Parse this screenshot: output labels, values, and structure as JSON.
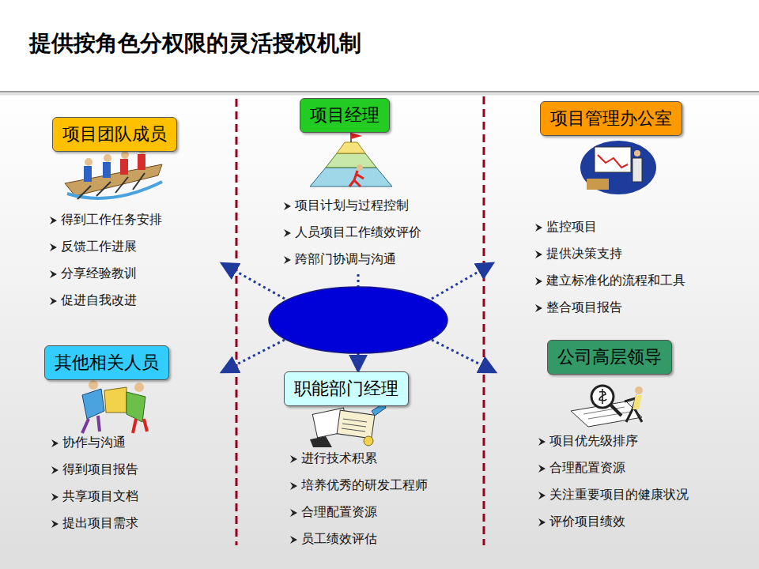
{
  "diagram": {
    "title": "提供按角色分权限的灵活授权机制",
    "nodes": [
      {
        "text": [
          "项目团队成员",
          "得到工作任务安排",
          "反馈工作进展",
          "分享经验教训",
          "促进自我改进"
        ]
      },
      {
        "text": [
          "项目经理",
          "项目计划与过程控制",
          "人员项目工作绩效评价",
          "跨部门协调与沟通"
        ]
      },
      {
        "text": [
          "项目管理办公室",
          "监控项目",
          "提供决策支持",
          "建立标准化的流程和工具",
          "整合项目报告"
        ]
      },
      {
        "text": [
          "其他相关人员",
          "协作与沟通",
          "得到项目报告",
          "共享项目文档",
          "提出项目需求"
        ]
      },
      {
        "text": [
          "职能部门经理",
          "进行技术积累",
          "培养优秀的研发工程师",
          "合理配置资源",
          "员工绩效评估"
        ]
      },
      {
        "text": [
          "公司高层领导",
          "项目优先级排序",
          "合理配置资源",
          "关注重要项目的健康状况",
          "评价项目绩效"
        ]
      }
    ]
  }
}
